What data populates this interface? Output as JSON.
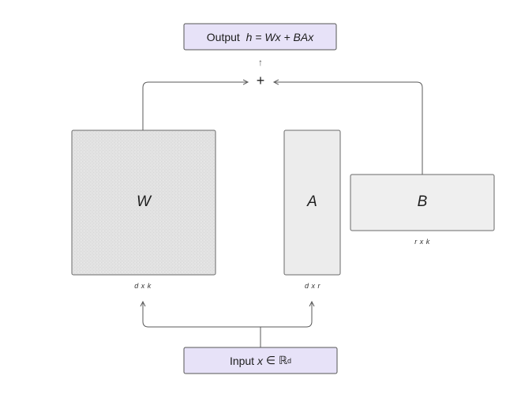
{
  "output_box": {
    "prefix": "Output",
    "formula": "h = Wx + BAx"
  },
  "input_box": {
    "prefix": "Input",
    "var": "x",
    "set": "∈ ℝ",
    "sup": "d"
  },
  "operator": "+",
  "up_arrow": "↑",
  "matrices": {
    "W": {
      "name": "W",
      "dims": "d x k"
    },
    "A": {
      "name": "A",
      "dims": "d x r"
    },
    "B": {
      "name": "B",
      "dims": "r x k"
    }
  },
  "colors": {
    "io_fill": "#e7e2f8",
    "io_stroke": "#555555",
    "w_fill": "#e0e0e0",
    "a_fill": "#ececec",
    "b_fill": "#efefef",
    "matrix_stroke": "#6a6a6a",
    "arrow": "#5a5a5a"
  }
}
